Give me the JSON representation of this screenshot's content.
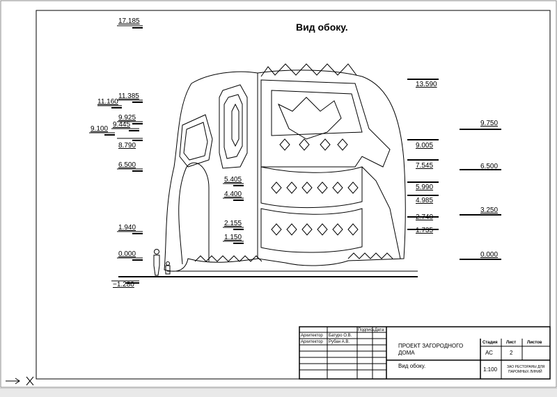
{
  "drawing_title": "Вид обоку.",
  "elevations_left": [
    {
      "id": "l1",
      "text": "17.185"
    },
    {
      "id": "l2",
      "text": "11.385"
    },
    {
      "id": "l3",
      "text": "11.160"
    },
    {
      "id": "l4",
      "text": "9.925"
    },
    {
      "id": "l5",
      "text": "9.445"
    },
    {
      "id": "l6",
      "text": "9.100"
    },
    {
      "id": "l7",
      "text": "8.790"
    },
    {
      "id": "l8",
      "text": "6.500"
    },
    {
      "id": "l9",
      "text": "1.940"
    },
    {
      "id": "l10",
      "text": "0.000"
    },
    {
      "id": "l11",
      "text": "−1.280"
    }
  ],
  "elevations_inner_left": [
    {
      "id": "i1",
      "text": "5.405"
    },
    {
      "id": "i2",
      "text": "4.400"
    },
    {
      "id": "i3",
      "text": "2.155"
    },
    {
      "id": "i4",
      "text": "1.150"
    }
  ],
  "elevations_inner_right": [
    {
      "id": "r1",
      "text": "13.590"
    },
    {
      "id": "r2",
      "text": "9.005"
    },
    {
      "id": "r3",
      "text": "7.545"
    },
    {
      "id": "r4",
      "text": "5.990"
    },
    {
      "id": "r5",
      "text": "4.985"
    },
    {
      "id": "r6",
      "text": "2.740"
    },
    {
      "id": "r7",
      "text": "1.735"
    }
  ],
  "elevations_right": [
    {
      "id": "o1",
      "text": "9.750"
    },
    {
      "id": "o2",
      "text": "6.500"
    },
    {
      "id": "o3",
      "text": "3.250"
    },
    {
      "id": "o4",
      "text": "0.000"
    }
  ],
  "title_block": {
    "col_podpis": "Подпись",
    "col_data": "Дата",
    "role1": "Архитектор",
    "name1": "Батуро О.В.",
    "role2": "Архитектор",
    "name2": "Рубан А.В.",
    "project_line1": "ПРОЕКТ ЗАГОРОДНОГО",
    "project_line2": "ДОМА",
    "sheet_name": "Вид обоку.",
    "stage_label": "Стадия",
    "sheet_label": "Лист",
    "sheets_label": "Листов",
    "stage_value": "АС",
    "sheet_value": "2",
    "scale": "1:100",
    "org_line1": "ЗАО РЕСТОРАНЫ ДЛЯ",
    "org_line2": "ПАРОМНЫХ ЛИНИЙ"
  }
}
